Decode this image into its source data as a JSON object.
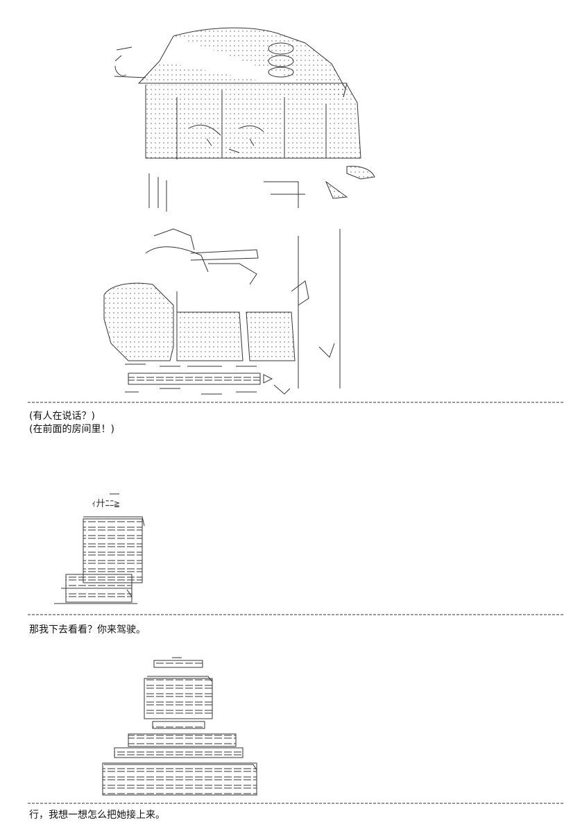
{
  "dialogue": {
    "panel1": {
      "line1": "(有人在说话？)",
      "line2": "(在前面的房间里！)"
    },
    "panel2": {
      "line1": "那我下去看看？你来驾驶。"
    },
    "panel3": {
      "line1": "行，我想一想怎么把她接上来。"
    }
  },
  "colors": {
    "background": "#ffffff",
    "ink": "#222222"
  }
}
